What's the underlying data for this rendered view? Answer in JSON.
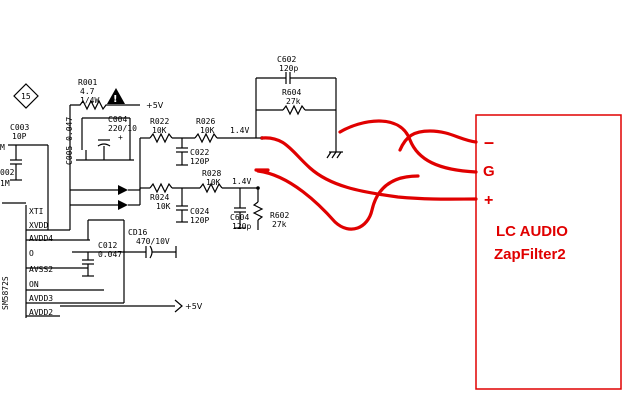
{
  "schematic": {
    "marker_15": "15",
    "c003": {
      "ref": "C003",
      "value": "10P"
    },
    "m_label": "M",
    "r002": {
      "ref": "002",
      "value": "1M"
    },
    "r001": {
      "ref": "R001",
      "value": "4.7",
      "power": "1/4W"
    },
    "plus5v_top": "+5V",
    "c005": "C005 0.047",
    "c004": {
      "ref": "C004",
      "value": "220/10"
    },
    "c004_polarity": "+",
    "r022": {
      "ref": "R022",
      "value": "10K"
    },
    "c022": {
      "ref": "C022",
      "value": "120P"
    },
    "r026": {
      "ref": "R026",
      "value": "10K"
    },
    "v_top": "1.4V",
    "c602": {
      "ref": "C602",
      "value": "120p"
    },
    "r604": {
      "ref": "R604",
      "value": "27k"
    },
    "r024": {
      "ref": "R024",
      "value": "10K"
    },
    "c024": {
      "ref": "C024",
      "value": "120P"
    },
    "r028": {
      "ref": "R028",
      "value": "10K"
    },
    "v_bottom": "1.4V",
    "c604": {
      "ref": "C604",
      "value": "120p"
    },
    "r602": {
      "ref": "R602",
      "value": "27k"
    },
    "cd16": {
      "ref": "CD16",
      "value": "470/10V"
    },
    "c012": {
      "ref": "C012",
      "value": "0.047"
    },
    "pins": [
      "XTI",
      "XVDD",
      "AVDD4",
      "O",
      "AVSS2",
      "ON",
      "AVDD3",
      "AVDD2"
    ],
    "chip_partial": "SM5872S",
    "plus5v_bottom": "+5V"
  },
  "box": {
    "minus": "–",
    "g": "G",
    "plus": "+",
    "title_line1": "LC AUDIO",
    "title_line2": "ZapFilter2"
  },
  "colors": {
    "ink": "#000000",
    "annotation": "#e00000"
  }
}
